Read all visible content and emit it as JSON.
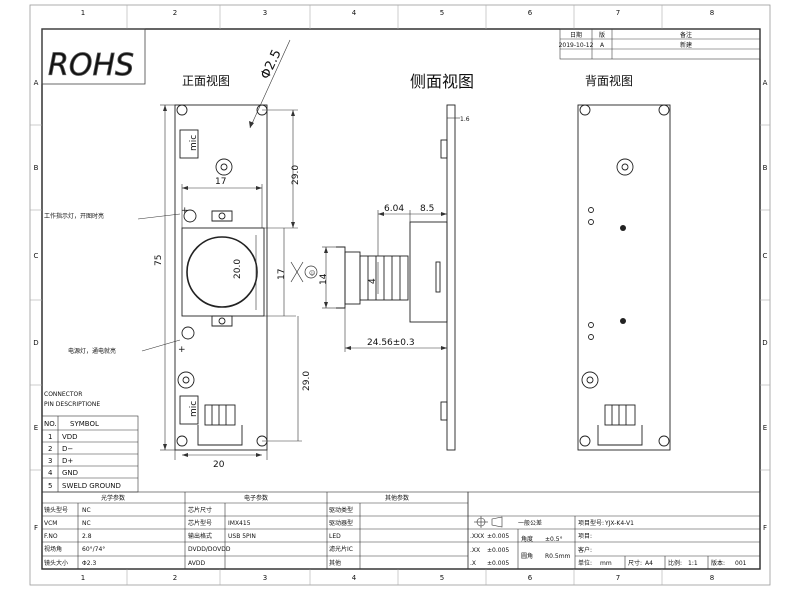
{
  "sheet": {
    "cols": [
      "1",
      "2",
      "3",
      "4",
      "5",
      "6",
      "7",
      "8"
    ],
    "rows": [
      "A",
      "B",
      "C",
      "D",
      "E",
      "F"
    ],
    "rohs": "ROHS"
  },
  "revision": {
    "date": "2019-10-12",
    "rev": "A",
    "note": "新建",
    "header_date": "日期",
    "header_rev": "版",
    "header_note": "备注"
  },
  "views": {
    "front_title": "正面视图",
    "side_title": "侧面视图",
    "back_title": "背面视图"
  },
  "front": {
    "mic_top": "mic",
    "mic_bottom": "mic",
    "hole_dim": "Φ2.5",
    "dim_17_top": "17",
    "dim_29_top": "29.0",
    "dim_75": "75",
    "dim_20_lens": "20.0",
    "dim_17_side": "17",
    "dim_29_bottom": "29.0",
    "dim_20_bottom": "20",
    "plus_top": "+",
    "minus_bottom": "+",
    "note_top": "工作指示灯，开图时亮",
    "note_bottom": "电源灯，通电就亮"
  },
  "side": {
    "dim_thin": "1.6",
    "dim_604": "6.04",
    "dim_85": "8.5",
    "dim_14": "14",
    "dim_4": "4",
    "dim_2456": "24.56±0.3"
  },
  "connector": {
    "title1": "CONNECTOR",
    "title2": "PIN DESCRIPTIONE",
    "headers": [
      "NO.",
      "SYMBOL"
    ],
    "rows": [
      [
        "1",
        "VDD"
      ],
      [
        "2",
        "D−"
      ],
      [
        "3",
        "D+"
      ],
      [
        "4",
        "GND"
      ],
      [
        "5",
        "SWELD GROUND"
      ]
    ]
  },
  "specs": {
    "headers": [
      "光学参数",
      "电子参数",
      "其他参数"
    ],
    "rows": [
      [
        "镜头型号",
        "",
        "芯片尺寸",
        "",
        "驱动类型",
        ""
      ],
      [
        "VCM",
        "NC",
        "芯片型号",
        "IMX415",
        "驱动器型",
        ""
      ],
      [
        "F.NO",
        "2.8",
        "输出格式",
        "USB 5PIN",
        "LED",
        ""
      ],
      [
        "视场角",
        "60°/74°",
        "DVDD/DOVDD",
        "",
        "滤光片IC",
        ""
      ],
      [
        "镜头大小",
        "Φ2.3",
        "AVDD",
        "",
        "其他",
        ""
      ]
    ],
    "sub_label": "NC"
  },
  "titleblock": {
    "general_tol": "一般公差",
    "tol_rows": [
      [
        ".XXX",
        "±0.005"
      ],
      [
        ".XX",
        "±0.005"
      ],
      [
        ".X",
        "±0.005"
      ]
    ],
    "angle_label": "角度",
    "angle_val": "±0.5°",
    "radius_label": "圆角",
    "radius_val": "R0.5mm",
    "project_label": "项目型号:",
    "project_val": "YJX-K4-V1",
    "item_label": "项目:",
    "customer_label": "客户:",
    "unit_label": "单位:",
    "unit_val": "mm",
    "size_label": "尺寸:",
    "size_val": "A4",
    "scale_label": "比例:",
    "scale_val": "1:1",
    "ver_label": "版本:",
    "ver_val": "001"
  }
}
